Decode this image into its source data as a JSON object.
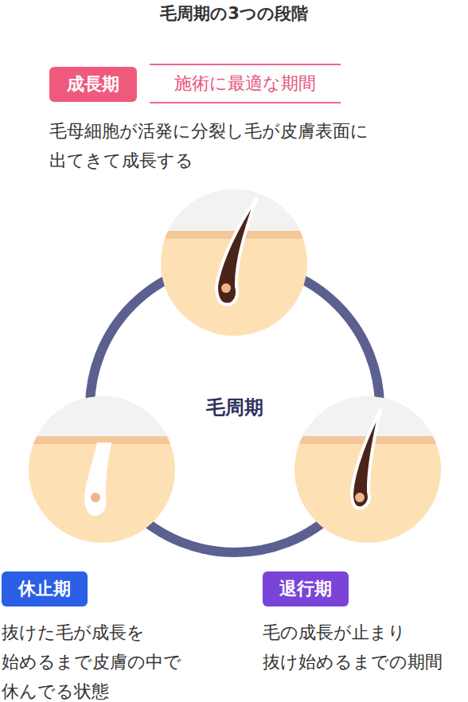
{
  "diagram": {
    "title": "毛周期の3つの段階",
    "nodes": [
      {
        "text": [
          "成長期",
          "毛母細胞が活発に分裂し毛が皮膚表面に 出てきて成長する"
        ]
      },
      {
        "text": [
          "施術に最適な期間"
        ]
      },
      {
        "text": [
          "毛周期"
        ]
      },
      {
        "text": [
          "休止期",
          "抜けた毛が成長を 始めるまで皮膚の中で 休んでる状態"
        ]
      },
      {
        "text": [
          "退行期",
          "毛の成長が止まり 抜け始めるまでの期間"
        ]
      }
    ]
  }
}
